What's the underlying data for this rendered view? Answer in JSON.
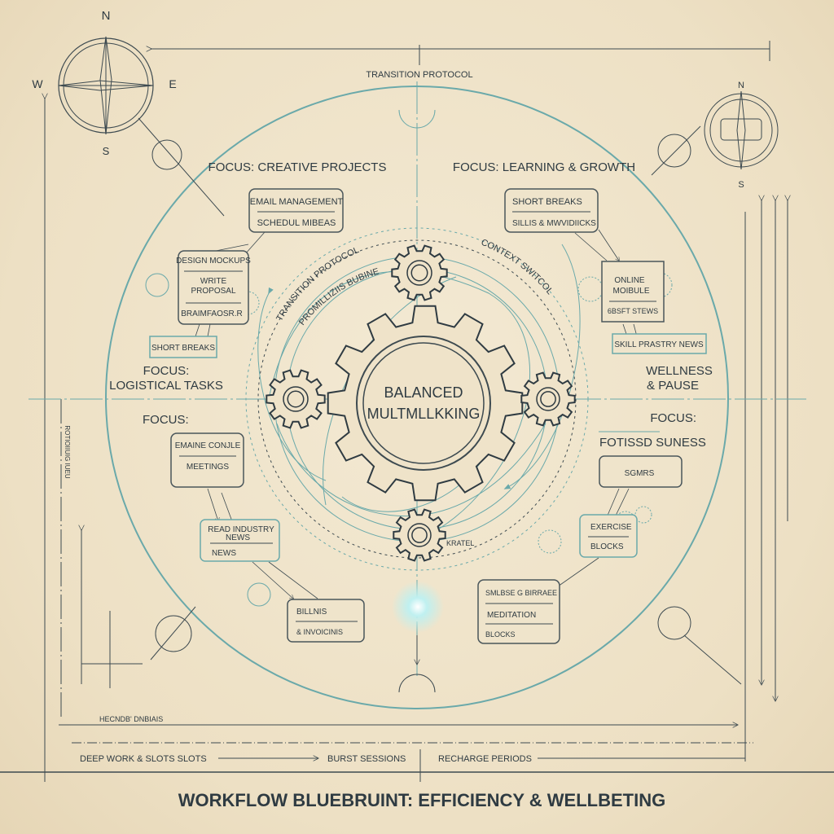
{
  "compass_main": {
    "n": "N",
    "s": "S",
    "e": "E",
    "w": "W"
  },
  "compass_small": {
    "n": "N",
    "s": "S"
  },
  "top_label": "TRANSITION PROTOCOL",
  "center": {
    "line1": "BALANCED",
    "line2": "MULTMLLKKING"
  },
  "ring_labels": {
    "transition": "TRANSITION PROTOCOL",
    "prioritization": "PROMILLIZIIS BUBINE",
    "context": "CONTEXT SWITCOL",
    "bottom": "KRATEL"
  },
  "quadrants": {
    "top_left": {
      "heading": "FOCUS: CREATIVE PROJECTS",
      "box1": [
        "EMAIL MANAGEMENT",
        "SCHEDUL MIBEAS"
      ],
      "box2": [
        "DESIGN MOCKUPS",
        "WRITE",
        "PROPOSAL",
        "BRAIMFAOSR.R"
      ],
      "box3": "SHORT BREAKS"
    },
    "top_right": {
      "heading": "FOCUS: LEARNING & GROWTH",
      "box1": [
        "SHORT BREAKS",
        "SILLIS & MWVIDIICKS"
      ],
      "box2": [
        "ONLINE",
        "MOIBULE",
        "6BSFT STEWS"
      ],
      "box3": "SKILL PRASTRY NEWS"
    },
    "left": {
      "heading1": "FOCUS:",
      "heading2": "LOGISTICAL TASKS"
    },
    "right": {
      "heading1": "WELLNESS",
      "heading2": "& PAUSE"
    },
    "bottom_left": {
      "heading": "FOCUS:",
      "box1": [
        "EMAINE CONJLE",
        "MEETINGS"
      ],
      "box2": [
        "READ INDUSTRY",
        "NEWS",
        "NEWS"
      ],
      "box3": [
        "BILLNIS",
        "& INVOICINIS"
      ]
    },
    "bottom_right": {
      "heading1": "FOCUS:",
      "heading2": "FOTISSD SUNESS",
      "box1": "SGMRS",
      "box2": [
        "EXERCISE",
        "BLOCKS"
      ],
      "box3": [
        "SMLBSE G BIRRAEE",
        "MEDITATION",
        "BLOCKS"
      ]
    }
  },
  "side_vertical": "ROTIOIIUIG IUEU",
  "timeline": {
    "top": "HECNDB' DNBIAIS",
    "deep": "DEEP WORK & SLOTS SLOTS",
    "burst": "BURST SESSIONS",
    "recharge": "RECHARGE PERIODS"
  },
  "title": "WORKFLOW BLUEBRUINT: EFFICIENCY & WELLBETING",
  "colors": {
    "ink": "#2f3b42",
    "teal": "#6aa9aa",
    "paper": "#efe3c9"
  }
}
